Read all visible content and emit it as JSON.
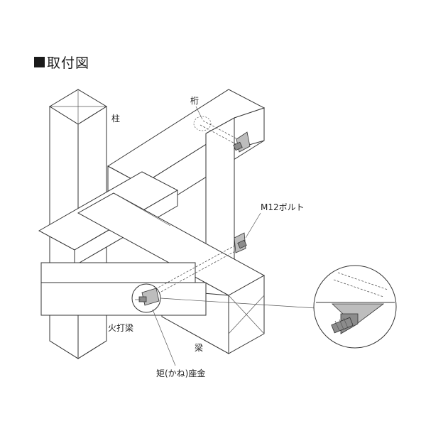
{
  "title": "取付図",
  "labels": {
    "pillar": "柱",
    "girder": "桁",
    "bolt": "M12ボルト",
    "diagonal_beam": "火打梁",
    "beam": "梁",
    "bracket": "矩(かね)座金"
  },
  "icons": [
    "title-square-icon"
  ]
}
